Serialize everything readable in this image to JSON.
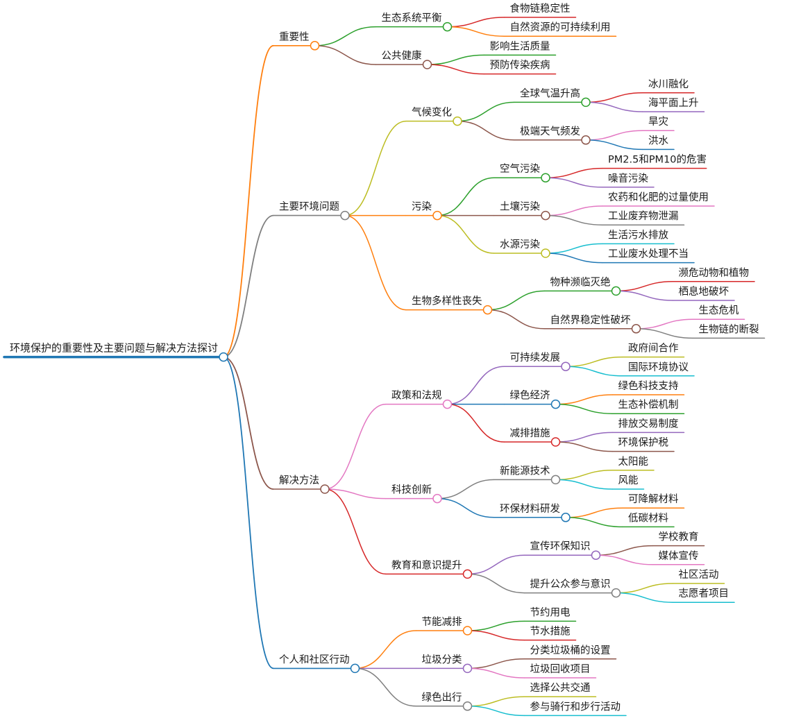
{
  "root": {
    "text": "环境保护的重要性及主要问题与解决方法探讨",
    "color": "#1f77b4",
    "children": [
      {
        "text": "重要性",
        "color": "#ff7f0e",
        "children": [
          {
            "text": "生态系统平衡",
            "color": "#2ca02c",
            "children": [
              {
                "text": "食物链稳定性",
                "color": "#d62728"
              },
              {
                "text": "自然资源的可持续利用",
                "color": "#ff7f0e"
              }
            ]
          },
          {
            "text": "公共健康",
            "color": "#8c564b",
            "children": [
              {
                "text": "影响生活质量",
                "color": "#2ca02c"
              },
              {
                "text": "预防传染疾病",
                "color": "#d62728"
              }
            ]
          }
        ]
      },
      {
        "text": "主要环境问题",
        "color": "#7f7f7f",
        "children": [
          {
            "text": "气候变化",
            "color": "#bcbd22",
            "children": [
              {
                "text": "全球气温升高",
                "color": "#2ca02c",
                "children": [
                  {
                    "text": "冰川融化",
                    "color": "#d62728"
                  },
                  {
                    "text": "海平面上升",
                    "color": "#9467bd"
                  }
                ]
              },
              {
                "text": "极端天气频发",
                "color": "#8c564b",
                "children": [
                  {
                    "text": "旱灾",
                    "color": "#e377c2"
                  },
                  {
                    "text": "洪水",
                    "color": "#1f77b4"
                  }
                ]
              }
            ]
          },
          {
            "text": "污染",
            "color": "#ff7f0e",
            "children": [
              {
                "text": "空气污染",
                "color": "#2ca02c",
                "children": [
                  {
                    "text": "PM2.5和PM10的危害",
                    "color": "#d62728"
                  },
                  {
                    "text": "噪音污染",
                    "color": "#9467bd"
                  }
                ]
              },
              {
                "text": "土壤污染",
                "color": "#8c564b",
                "children": [
                  {
                    "text": "农药和化肥的过量使用",
                    "color": "#e377c2"
                  },
                  {
                    "text": "工业废弃物泄漏",
                    "color": "#7f7f7f"
                  }
                ]
              },
              {
                "text": "水源污染",
                "color": "#bcbd22",
                "children": [
                  {
                    "text": "生活污水排放",
                    "color": "#17becf"
                  },
                  {
                    "text": "工业废水处理不当",
                    "color": "#1f77b4"
                  }
                ]
              }
            ]
          },
          {
            "text": "生物多样性丧失",
            "color": "#ff7f0e",
            "children": [
              {
                "text": "物种濒临灭绝",
                "color": "#2ca02c",
                "children": [
                  {
                    "text": "濒危动物和植物",
                    "color": "#d62728"
                  },
                  {
                    "text": "栖息地破坏",
                    "color": "#9467bd"
                  }
                ]
              },
              {
                "text": "自然界稳定性破坏",
                "color": "#8c564b",
                "children": [
                  {
                    "text": "生态危机",
                    "color": "#e377c2"
                  },
                  {
                    "text": "生物链的断裂",
                    "color": "#7f7f7f"
                  }
                ]
              }
            ]
          }
        ]
      },
      {
        "text": "解决方法",
        "color": "#8c564b",
        "children": [
          {
            "text": "政策和法规",
            "color": "#e377c2",
            "children": [
              {
                "text": "可持续发展",
                "color": "#9467bd",
                "children": [
                  {
                    "text": "政府间合作",
                    "color": "#bcbd22"
                  },
                  {
                    "text": "国际环境协议",
                    "color": "#17becf"
                  }
                ]
              },
              {
                "text": "绿色经济",
                "color": "#1f77b4",
                "children": [
                  {
                    "text": "绿色科技支持",
                    "color": "#ff7f0e"
                  },
                  {
                    "text": "生态补偿机制",
                    "color": "#2ca02c"
                  }
                ]
              },
              {
                "text": "减排措施",
                "color": "#d62728",
                "children": [
                  {
                    "text": "排放交易制度",
                    "color": "#9467bd"
                  },
                  {
                    "text": "环境保护税",
                    "color": "#8c564b"
                  }
                ]
              }
            ]
          },
          {
            "text": "科技创新",
            "color": "#e377c2",
            "children": [
              {
                "text": "新能源技术",
                "color": "#7f7f7f",
                "children": [
                  {
                    "text": "太阳能",
                    "color": "#bcbd22"
                  },
                  {
                    "text": "风能",
                    "color": "#17becf"
                  }
                ]
              },
              {
                "text": "环保材料研发",
                "color": "#1f77b4",
                "children": [
                  {
                    "text": "可降解材料",
                    "color": "#ff7f0e"
                  },
                  {
                    "text": "低碳材料",
                    "color": "#2ca02c"
                  }
                ]
              }
            ]
          },
          {
            "text": "教育和意识提升",
            "color": "#d62728",
            "children": [
              {
                "text": "宣传环保知识",
                "color": "#9467bd",
                "children": [
                  {
                    "text": "学校教育",
                    "color": "#8c564b"
                  },
                  {
                    "text": "媒体宣传",
                    "color": "#e377c2"
                  }
                ]
              },
              {
                "text": "提升公众参与意识",
                "color": "#7f7f7f",
                "children": [
                  {
                    "text": "社区活动",
                    "color": "#bcbd22"
                  },
                  {
                    "text": "志愿者项目",
                    "color": "#17becf"
                  }
                ]
              }
            ]
          }
        ]
      },
      {
        "text": "个人和社区行动",
        "color": "#1f77b4",
        "children": [
          {
            "text": "节能减排",
            "color": "#ff7f0e",
            "children": [
              {
                "text": "节约用电",
                "color": "#2ca02c"
              },
              {
                "text": "节水措施",
                "color": "#d62728"
              }
            ]
          },
          {
            "text": "垃圾分类",
            "color": "#9467bd",
            "children": [
              {
                "text": "分类垃圾桶的设置",
                "color": "#8c564b"
              },
              {
                "text": "垃圾回收项目",
                "color": "#e377c2"
              }
            ]
          },
          {
            "text": "绿色出行",
            "color": "#7f7f7f",
            "children": [
              {
                "text": "选择公共交通",
                "color": "#bcbd22"
              },
              {
                "text": "参与骑行和步行活动",
                "color": "#17becf"
              }
            ]
          }
        ]
      }
    ]
  }
}
